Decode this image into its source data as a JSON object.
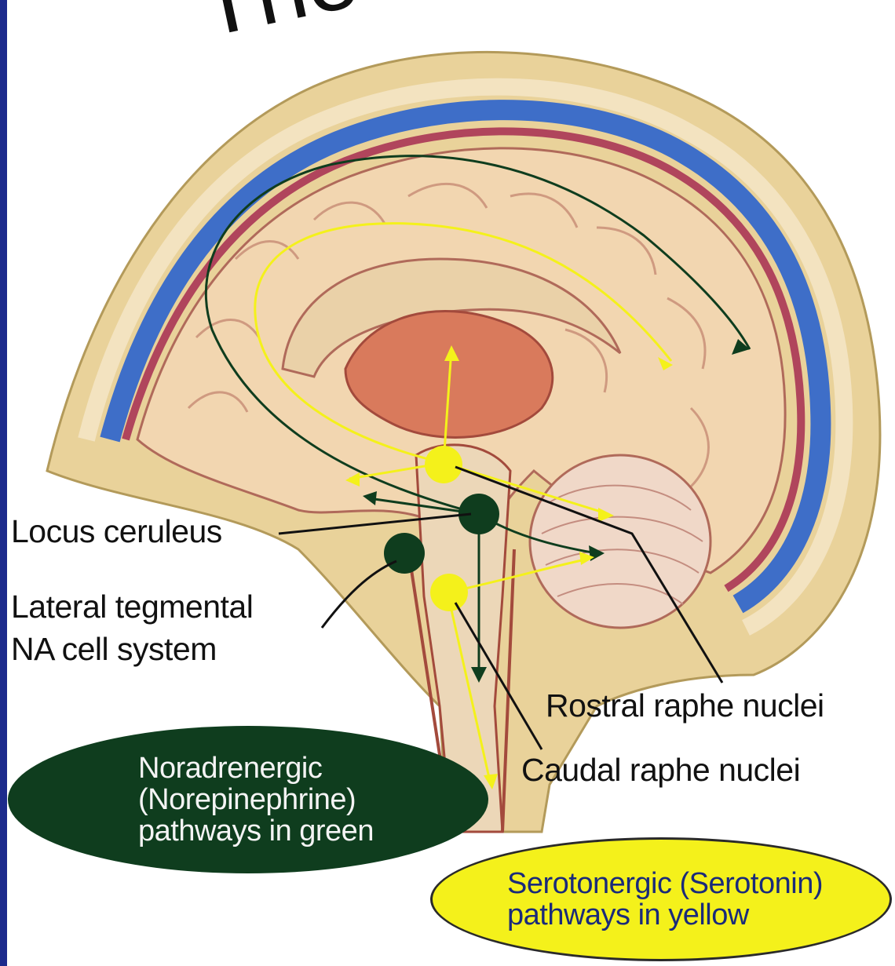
{
  "title_partial": "The Br",
  "colors": {
    "background": "#ffffff",
    "edge_strip": "#1c2a8c",
    "skin": "#e9d29a",
    "brain": "#f2d6b0",
    "vessel_blue": "#3e6ec8",
    "vessel_red": "#b0455c",
    "noradrenergic_green": "#0f3d1e",
    "serotonergic_yellow": "#f4f11b"
  },
  "labels": {
    "locus_ceruleus": "Locus ceruleus",
    "lateral_tegmental_line1": "Lateral tegmental",
    "lateral_tegmental_line2": "NA cell system",
    "rostral_raphe": "Rostral raphe nuclei",
    "caudal_raphe": "Caudal raphe nuclei"
  },
  "legend": {
    "noradrenergic": "Noradrenergic\n(Norepinephrine)\npathways in green",
    "serotonergic": "Serotonergic (Serotonin)\npathways in yellow"
  }
}
